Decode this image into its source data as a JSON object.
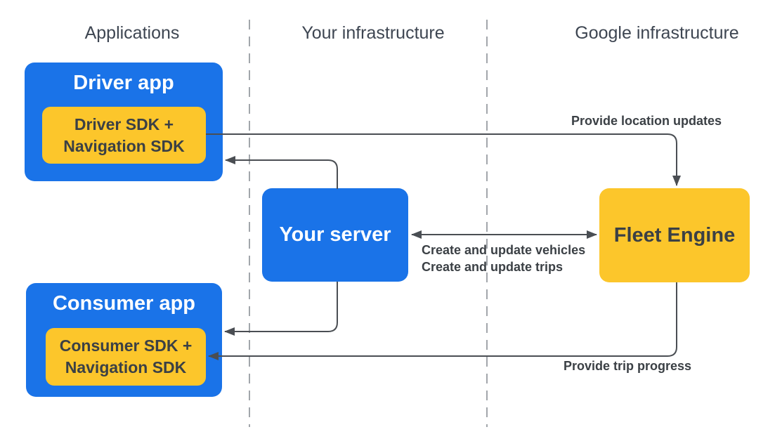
{
  "columns": [
    {
      "label": "Applications"
    },
    {
      "label": "Your infrastructure"
    },
    {
      "label": "Google infrastructure"
    }
  ],
  "nodes": {
    "driver_app": {
      "title": "Driver app"
    },
    "driver_sdk": {
      "line1": "Driver SDK +",
      "line2": "Navigation SDK"
    },
    "your_server": {
      "title": "Your server"
    },
    "fleet_engine": {
      "title": "Fleet Engine"
    },
    "consumer_app": {
      "title": "Consumer app"
    },
    "consumer_sdk": {
      "line1": "Consumer SDK +",
      "line2": "Navigation SDK"
    }
  },
  "edges": {
    "location_updates": {
      "label": "Provide location updates"
    },
    "create_vehicles": {
      "label": "Create and update vehicles"
    },
    "create_trips": {
      "label": "Create and update trips"
    },
    "trip_progress": {
      "label": "Provide trip progress"
    }
  },
  "colors": {
    "node_blue": "#1a73e8",
    "node_yellow": "#fcc62b",
    "dark_text": "#3b4045",
    "header_text": "#3e4652",
    "connector_line": "#4a4e53",
    "dashed_divider": "#a2a6ab"
  }
}
